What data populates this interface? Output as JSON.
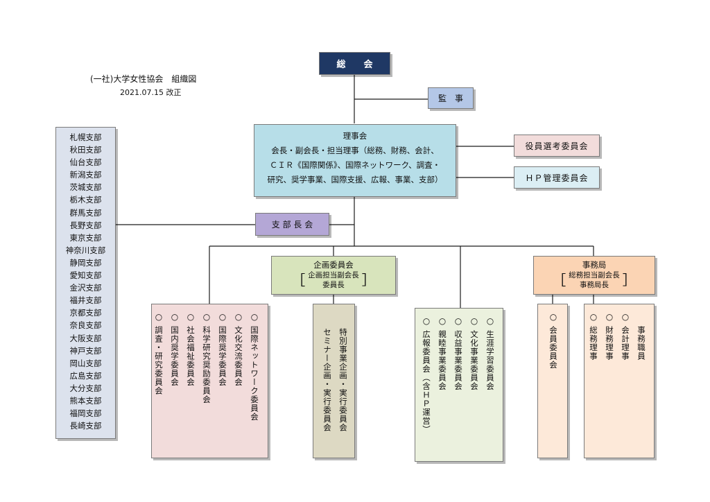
{
  "header": {
    "title": "(一社)大学女性協会　組織図",
    "date": "2021.07.15 改正"
  },
  "general_meeting": "総　　会",
  "auditor": "監　事",
  "board": {
    "title": "理事会",
    "line1": "会長・副会長・担当理事（総務、財務、会計、",
    "line2": "ＣＩＲ《国際関係》、国際ネットワーク、調査・",
    "line3": "研究、奨学事業、国際支援、広報、事業、支部）"
  },
  "officer_election": "役員選考委員会",
  "hp_committee": "ＨＰ管理委員会",
  "branch_chief_meeting": "支 部 長 会",
  "branches": [
    "札幌支部",
    "秋田支部",
    "仙台支部",
    "新潟支部",
    "茨城支部",
    "栃木支部",
    "群馬支部",
    "長野支部",
    "東京支部",
    "神奈川支部",
    "静岡支部",
    "愛知支部",
    "金沢支部",
    "福井支部",
    "京都支部",
    "奈良支部",
    "大阪支部",
    "神戸支部",
    "岡山支部",
    "広島支部",
    "大分支部",
    "熊本支部",
    "福岡支部",
    "長崎支部"
  ],
  "planning": {
    "title": "企画委員会",
    "sub1": "企画担当副会長",
    "sub2": "委員長",
    "bracket_left": "［",
    "bracket_right": "］"
  },
  "secretariat": {
    "title": "事務局",
    "sub1": "総務担当副会長",
    "sub2": "事務局長",
    "bracket_left": "［",
    "bracket_right": "］"
  },
  "circle": "○",
  "committees_a": [
    "調査・研究委員会",
    "国内奨学委員会",
    "社会福祉委員会",
    "科学研究奨励委員会",
    "国際奨学委員会",
    "文化交流委員会",
    "国際ネットワーク委員会"
  ],
  "seminar": [
    "セミナー企画・実行委員会",
    "特別事業企画・実行委員会"
  ],
  "committees_c": [
    "広報委員会（含ＨＰ運営）",
    "親睦事業委員会",
    "収益事業委員会",
    "文化事業委員会",
    "生涯学習委員会"
  ],
  "member_committee": "会員委員会",
  "officers": {
    "general_director": "総務理事",
    "finance_director": "財務理事",
    "accounting_director": "会計理事",
    "staff": "事務職員"
  },
  "colors": {
    "navy": "#1f3864",
    "light_blue": "#b4c7e7",
    "board_cyan": "#b7dee8",
    "pink": "#f2dcdb",
    "purple": "#b4a7d6",
    "gray_blue": "#dce2ed",
    "green": "#d8e4bc",
    "khaki": "#ddd9c3",
    "cream": "#ebf1de",
    "orange": "#fbd4b4",
    "peach": "#fde9d9"
  }
}
